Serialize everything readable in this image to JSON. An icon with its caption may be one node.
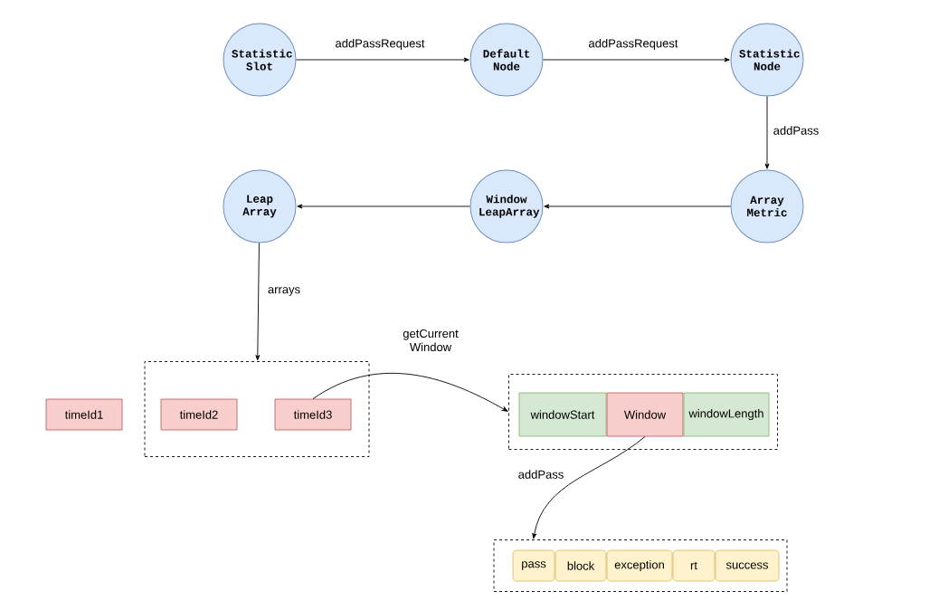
{
  "diagram": {
    "nodes": [
      {
        "text": [
          "Statistic Slot"
        ]
      },
      {
        "text": [
          "Default Node"
        ]
      },
      {
        "text": [
          "Statistic Node"
        ]
      },
      {
        "text": [
          "Array Metric"
        ]
      },
      {
        "text": [
          "Window LeapArray"
        ]
      },
      {
        "text": [
          "Leap Array"
        ]
      },
      {
        "text": [
          "timeId1"
        ]
      },
      {
        "text": [],
        "shape": "box"
      },
      {
        "text": [
          "timeId2"
        ],
        "in": 7
      },
      {
        "text": [
          "timeId3"
        ],
        "in": 7
      },
      {
        "text": [],
        "shape": "box"
      },
      {
        "text": [
          "windowStart"
        ],
        "in": 10
      },
      {
        "text": [
          "Window"
        ],
        "in": 10
      },
      {
        "text": [
          "windowLength"
        ],
        "in": 10
      },
      {
        "text": [],
        "shape": "box"
      },
      {
        "text": [
          "pass"
        ],
        "in": 14
      },
      {
        "text": [
          "block"
        ],
        "in": 14
      },
      {
        "text": [
          "exception"
        ],
        "in": 14
      },
      {
        "text": [
          "rt"
        ],
        "in": 14
      },
      {
        "text": [
          "success"
        ],
        "in": 14
      }
    ],
    "edges": [
      {
        "from": 0,
        "to": 1,
        "arrow": "to",
        "label": "addPassRequest"
      },
      {
        "from": 1,
        "to": 2,
        "arrow": "to",
        "label": "addPassRequest"
      },
      {
        "from": 2,
        "to": 3,
        "arrow": "to",
        "label": "addPass"
      },
      {
        "from": 3,
        "to": 4,
        "arrow": "to"
      },
      {
        "from": 4,
        "to": 5,
        "arrow": "to"
      },
      {
        "from": 5,
        "to": 7,
        "arrow": "to",
        "label": "arrays"
      },
      {
        "from": 9,
        "to": 10,
        "arrow": "to",
        "label": "getCurrent Window"
      },
      {
        "from": 12,
        "to": 14,
        "arrow": "to",
        "label": "addPass"
      }
    ]
  }
}
